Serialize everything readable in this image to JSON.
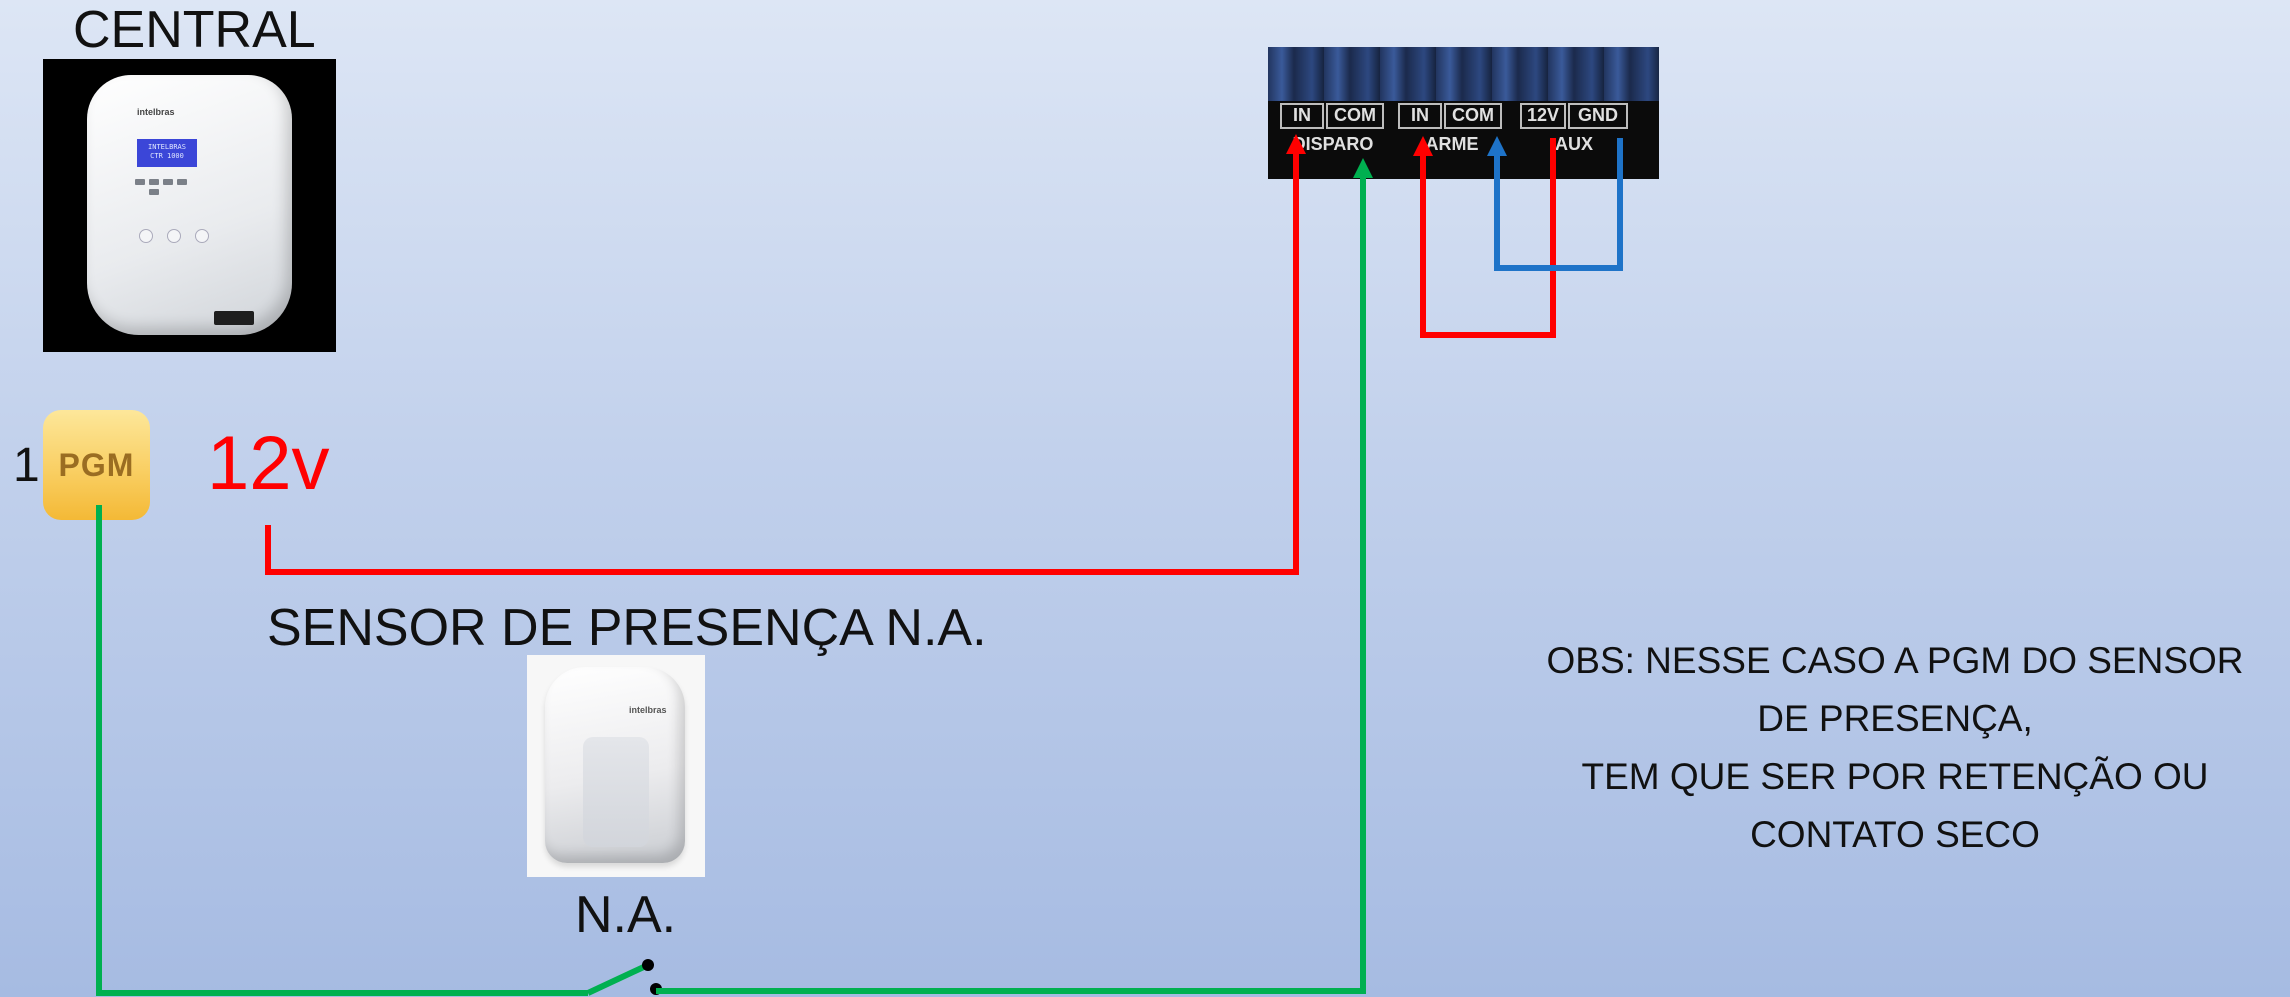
{
  "central": {
    "title": "CENTRAL",
    "device_brand": "intelbras",
    "screen_lines": [
      "INTELBRAS",
      "CTR 1000"
    ]
  },
  "pgm": {
    "number": "1",
    "icon_label": "PGM"
  },
  "power": {
    "label": "12v",
    "color": "#ff0000"
  },
  "sensor": {
    "title": "SENSOR DE PRESENÇA N.A.",
    "device_brand": "intelbras",
    "contact_label": "N.A."
  },
  "terminal": {
    "top_labels": [
      "IN",
      "COM",
      "IN",
      "COM",
      "12V",
      "GND"
    ],
    "groups": [
      "DISPARO",
      "ARME",
      "AUX"
    ]
  },
  "note": {
    "lines": [
      "OBS: NESSE CASO A PGM DO SENSOR",
      "DE PRESENÇA,",
      "TEM QUE SER POR RETENÇÃO OU",
      "CONTATO SECO"
    ]
  },
  "wire_colors": {
    "red": "#ff0000",
    "green": "#00b050",
    "blue": "#1e73c8"
  }
}
